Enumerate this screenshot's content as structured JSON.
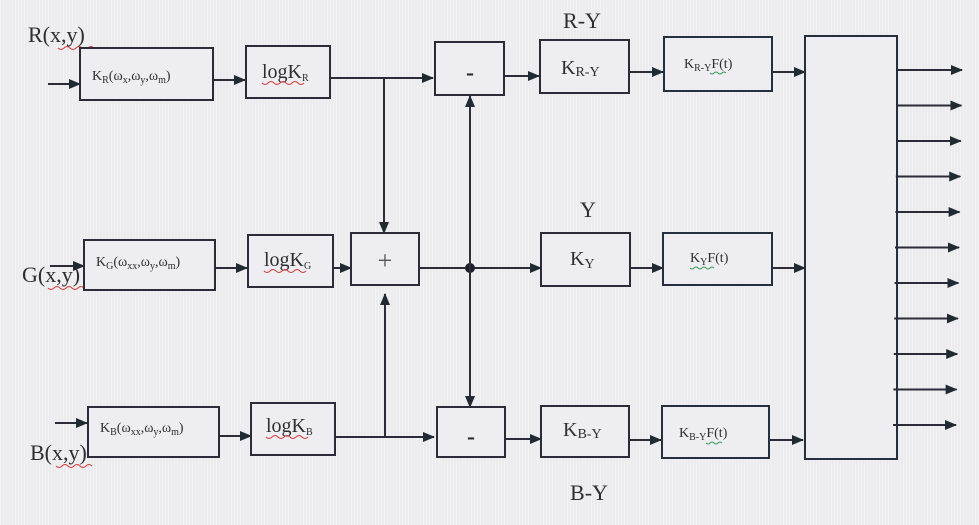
{
  "inputs": {
    "r": "R(x,y)",
    "g": "G(x,y)",
    "b": "B(x,y)"
  },
  "filters": {
    "r": {
      "base": "K",
      "sub": "R",
      "args": "(ω",
      "a1": "x",
      "a2": "ω",
      "a3": "y",
      "a4": "ω",
      "a5": "m",
      "close": ")"
    },
    "g": {
      "base": "K",
      "sub": "G",
      "args": "(ω",
      "a1": "xx",
      "a2": "ω",
      "a3": "y",
      "a4": "ω",
      "a5": "m",
      "close": ")"
    },
    "b": {
      "base": "K",
      "sub": "B",
      "args": "(ω",
      "a1": "xx",
      "a2": "ω",
      "a3": "y",
      "a4": "ω",
      "a5": "m",
      "close": ")"
    }
  },
  "log_blocks": {
    "r": {
      "base": "logK",
      "sub": "R"
    },
    "g": {
      "base": "logK",
      "sub": "G"
    },
    "b": {
      "base": "logK",
      "sub": "B"
    }
  },
  "operators": {
    "sum": "+",
    "minus_top": "-",
    "minus_bottom": "-"
  },
  "channel_labels": {
    "ry": "R-Y",
    "y": "Y",
    "by": "B-Y"
  },
  "gains": {
    "ry": {
      "base": "K",
      "sub": "R-Y"
    },
    "y": {
      "base": "K",
      "sub": "Y"
    },
    "by": {
      "base": "K",
      "sub": "B-Y"
    }
  },
  "time_filters": {
    "ry": {
      "base": "K",
      "sub": "R-Y",
      "tail": "F(t)"
    },
    "y": {
      "base": "K",
      "sub": "Y",
      "tail": "F(t)"
    },
    "by": {
      "base": "K",
      "sub": "B-Y",
      "tail": "F(t)"
    }
  },
  "output_block": {
    "output_count": 11
  }
}
